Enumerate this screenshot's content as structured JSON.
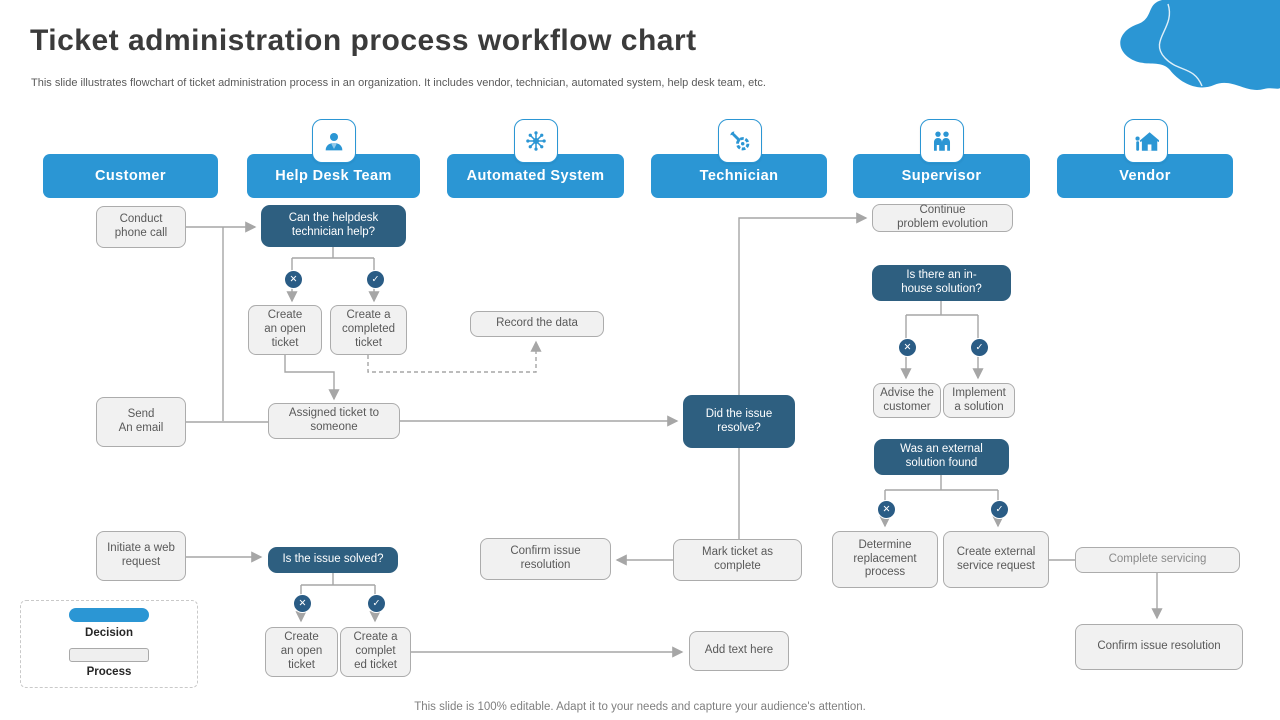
{
  "slide": {
    "title": "Ticket administration process workflow chart",
    "subtitle": "This slide illustrates flowchart of ticket administration process in an organization. It includes vendor, technician, automated system, help desk team, etc.",
    "footer": "This slide is 100% editable. Adapt it to your needs and capture your audience's attention."
  },
  "colors": {
    "accent": "#2B96D4",
    "decision_fill": "#2E5F80",
    "badge_fill": "#2A5C85",
    "process_fill": "#F1F1F1",
    "connector": "#A6A6A6"
  },
  "lanes": {
    "customer": {
      "label": "Customer"
    },
    "help_desk": {
      "label": "Help Desk Team",
      "icon": "agent-icon"
    },
    "automated": {
      "label": "Automated System",
      "icon": "network-icon"
    },
    "technician": {
      "label": "Technician",
      "icon": "wrench-gear-icon"
    },
    "supervisor": {
      "label": "Supervisor",
      "icon": "team-icon"
    },
    "vendor": {
      "label": "Vendor",
      "icon": "store-icon"
    }
  },
  "nodes": {
    "conduct_phone": {
      "type": "process",
      "label": "Conduct\nphone call"
    },
    "send_email": {
      "type": "process",
      "label": "Send\nAn email"
    },
    "initiate_web": {
      "type": "process",
      "label": "Initiate a web\nrequest"
    },
    "can_helpdesk": {
      "type": "decision",
      "label": "Can the helpdesk\ntechnician help?"
    },
    "create_open_top": {
      "type": "process",
      "label": "Create\nan open\nticket"
    },
    "create_completed_top": {
      "type": "process",
      "label": "Create a\ncompleted\nticket"
    },
    "record_data": {
      "type": "process",
      "label": "Record the data"
    },
    "assigned_ticket": {
      "type": "process",
      "label": "Assigned ticket to\nsomeone"
    },
    "did_resolve": {
      "type": "decision",
      "label": "Did the issue\nresolve?"
    },
    "continue_problem": {
      "type": "process",
      "label": "Continue\nproblem evolution"
    },
    "inhouse_solution": {
      "type": "decision",
      "label": "Is there an in-\nhouse solution?"
    },
    "advise_customer": {
      "type": "process",
      "label": "Advise the\ncustomer"
    },
    "implement_solution": {
      "type": "process",
      "label": "Implement\na solution"
    },
    "external_found": {
      "type": "decision",
      "label": "Was an external\nsolution found"
    },
    "determine_replacement": {
      "type": "process",
      "label": "Determine\nreplacement\nprocess"
    },
    "create_external": {
      "type": "process",
      "label": "Create external\nservice request"
    },
    "complete_servicing": {
      "type": "process",
      "label": "Complete servicing"
    },
    "confirm_vendor": {
      "type": "process",
      "label": "Confirm issue resolution"
    },
    "confirm_auto": {
      "type": "process",
      "label": "Confirm issue\nresolution"
    },
    "mark_complete": {
      "type": "process",
      "label": "Mark ticket as\ncomplete"
    },
    "issue_solved": {
      "type": "decision",
      "label": "Is the issue solved?"
    },
    "create_open_bottom": {
      "type": "process",
      "label": "Create\nan open\nticket"
    },
    "create_completed_bottom": {
      "type": "process",
      "label": "Create a\ncomplet\ned ticket"
    },
    "add_text": {
      "type": "process",
      "label": "Add text here"
    }
  },
  "icons": {
    "no": "✕",
    "yes": "✓"
  },
  "legend": {
    "decision": "Decision",
    "process": "Process"
  }
}
